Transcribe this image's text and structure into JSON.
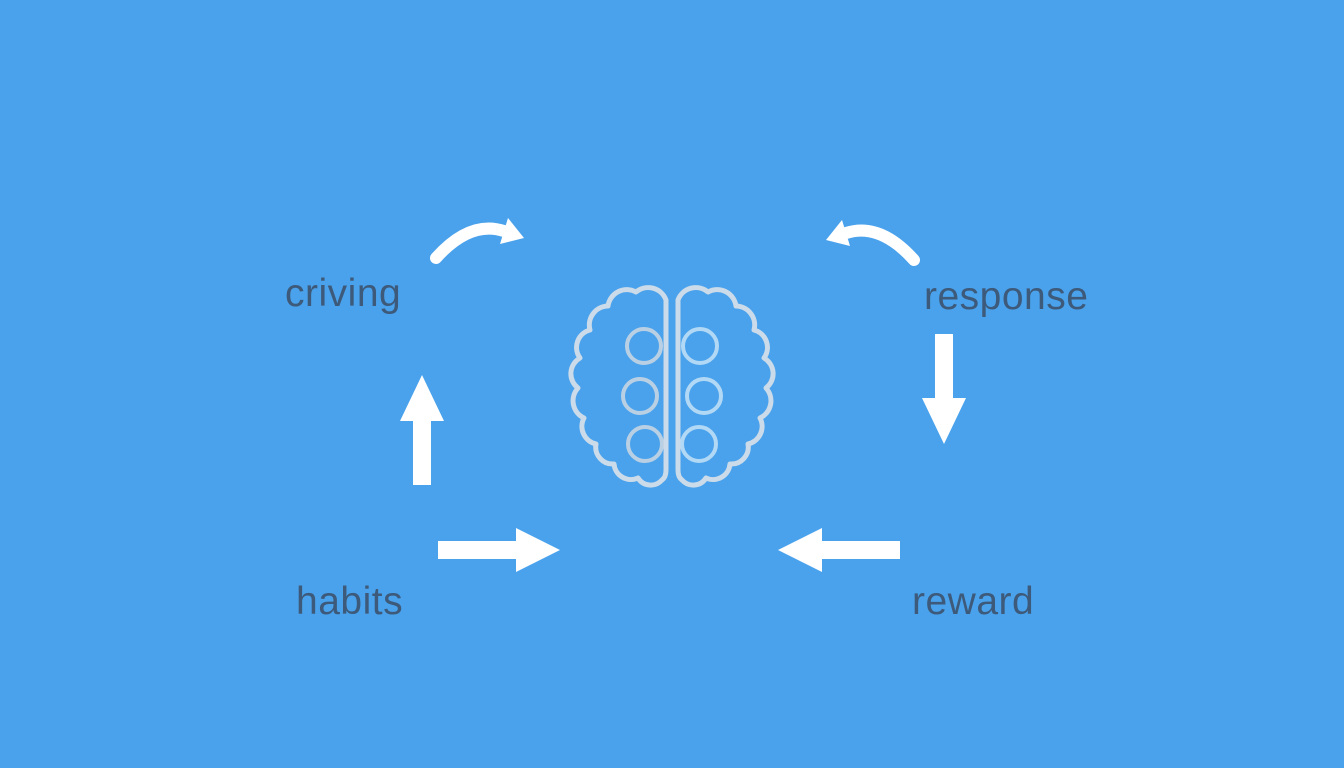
{
  "diagram": {
    "name": "habit-loop-brain-diagram",
    "labels": {
      "top_left": "criving",
      "top_right": "response",
      "bottom_left": "habits",
      "bottom_right": "reward"
    },
    "icons": [
      "brain-icon",
      "curved-arrow-up-right-icon",
      "curved-arrow-down-left-icon",
      "arrow-up-icon",
      "arrow-down-icon",
      "arrow-right-icon",
      "arrow-left-icon"
    ],
    "colors": {
      "background": "#4aa2ec",
      "label_text": "#3d5a7a",
      "arrow": "#ffffff",
      "brain_outline": "#d6dfe8",
      "brain_circle_left": "#ccd8e3",
      "brain_circle_right": "#bcdef6"
    }
  }
}
